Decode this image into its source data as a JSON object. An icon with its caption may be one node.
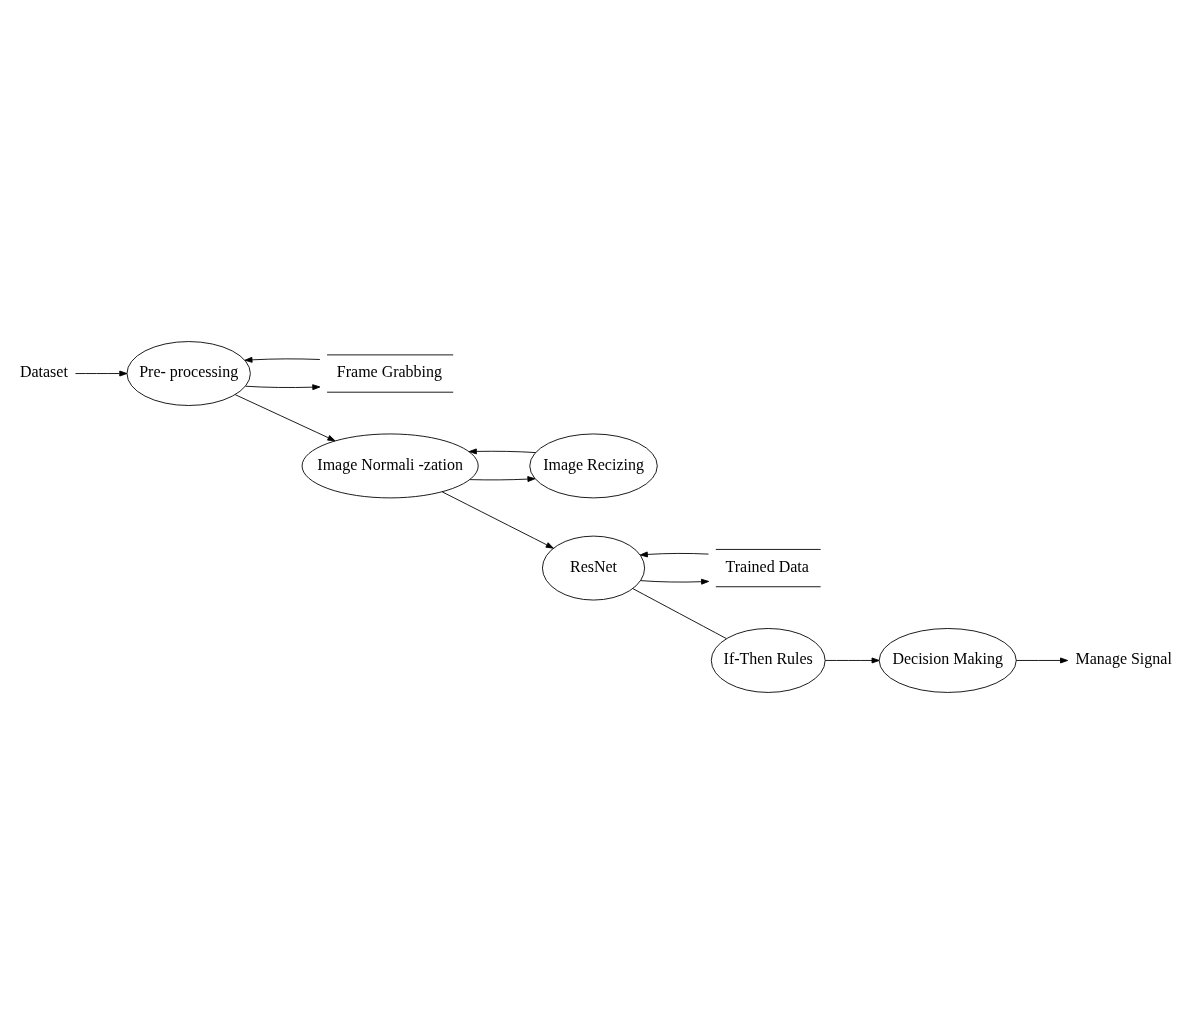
{
  "diagram": {
    "nodes": [
      {
        "text": [
          "Dataset"
        ]
      },
      {
        "text": [
          "Pre- processing"
        ]
      },
      {
        "text": [
          "Frame Grabbing"
        ]
      },
      {
        "text": [
          "Image Normali -zation"
        ]
      },
      {
        "text": [
          "Image Recizing"
        ]
      },
      {
        "text": [
          "ResNet"
        ]
      },
      {
        "text": [
          "Trained Data"
        ]
      },
      {
        "text": [
          "If-Then Rules"
        ]
      },
      {
        "text": [
          "Decision Making"
        ]
      },
      {
        "text": [
          "Manage Signal"
        ]
      }
    ],
    "edges": [
      {
        "from": 0,
        "to": 1,
        "arrow": "to"
      },
      {
        "from": 2,
        "to": 1,
        "arrow": "to"
      },
      {
        "from": 1,
        "to": 2,
        "arrow": "to"
      },
      {
        "from": 1,
        "to": 3,
        "arrow": "to"
      },
      {
        "from": 3,
        "to": 4,
        "arrow": "to"
      },
      {
        "from": 4,
        "to": 3,
        "arrow": "to"
      },
      {
        "from": 3,
        "to": 5,
        "arrow": "to"
      },
      {
        "from": 6,
        "to": 5,
        "arrow": "to"
      },
      {
        "from": 5,
        "to": 6,
        "arrow": "to"
      },
      {
        "from": 5,
        "to": 7,
        "arrow": "none"
      },
      {
        "from": 7,
        "to": 8,
        "arrow": "to"
      },
      {
        "from": 8,
        "to": 9,
        "arrow": "to"
      }
    ]
  }
}
